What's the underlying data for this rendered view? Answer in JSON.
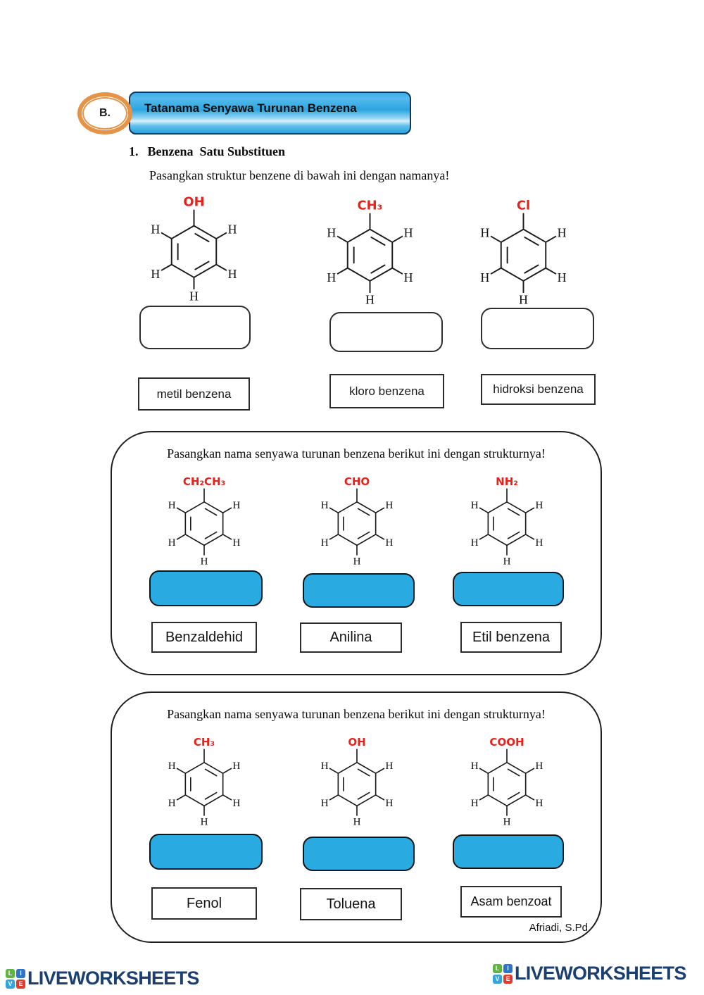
{
  "badge": {
    "label": "B."
  },
  "banner": {
    "title": "Tatanama Senyawa Turunan Benzena"
  },
  "chem": {
    "hydrogen": "H"
  },
  "section1": {
    "heading_number": "1.",
    "heading": "Benzena  Satu Substituen",
    "instruction": "Pasangkan struktur benzene di bawah ini dengan namanya!",
    "structures": [
      {
        "substituent": "OH"
      },
      {
        "substituent": "CH₃"
      },
      {
        "substituent": "Cl"
      }
    ],
    "name_options": [
      "metil benzena",
      "kloro benzena",
      "hidroksi benzena"
    ]
  },
  "panel1": {
    "instruction": "Pasangkan nama senyawa turunan benzena berikut ini dengan strukturnya!",
    "structures": [
      {
        "substituent": "CH₂CH₃"
      },
      {
        "substituent": "CHO"
      },
      {
        "substituent": "NH₂"
      }
    ],
    "name_options": [
      "Benzaldehid",
      "Anilina",
      "Etil benzena"
    ]
  },
  "panel2": {
    "instruction": "Pasangkan nama senyawa turunan benzena berikut ini dengan strukturnya!",
    "structures": [
      {
        "substituent": "CH₃"
      },
      {
        "substituent": "OH"
      },
      {
        "substituent": "COOH"
      }
    ],
    "name_options": [
      "Fenol",
      "Toluena",
      "Asam benzoat"
    ],
    "author": "Afriadi, S.Pd"
  },
  "footer": {
    "logo_word": "LIVEWORKSHEETS",
    "tiles": [
      {
        "letter": "L",
        "color": "#62b346"
      },
      {
        "letter": "I",
        "color": "#2e75c9"
      },
      {
        "letter": "V",
        "color": "#35a3dc"
      },
      {
        "letter": "E",
        "color": "#e23b2e"
      }
    ]
  },
  "colors": {
    "substituent_red": "#e8211a",
    "answer_blue": "#29abe2",
    "banner_blue": "#2ba5e1",
    "banner_border": "#14365c",
    "oval_orange": "#e59347",
    "logo_navy": "#1c3f72"
  }
}
